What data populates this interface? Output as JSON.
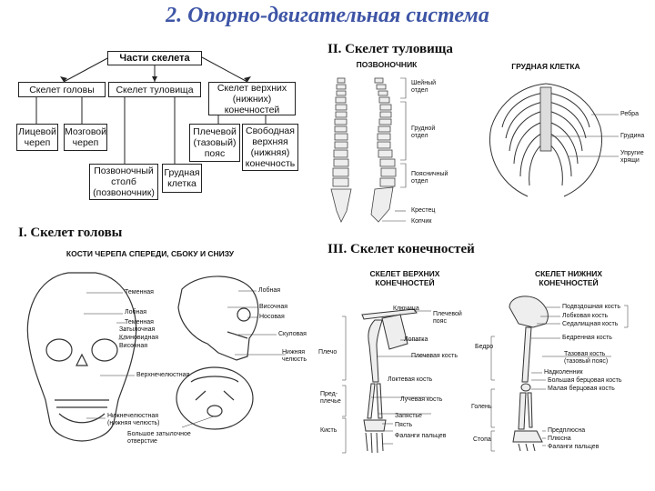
{
  "title": "2. Опорно-двигательная система",
  "tree": {
    "root": "Части скелета",
    "head": "Скелет головы",
    "trunk": "Скелет туловища",
    "limbs": "Скелет верхних\n(нижних)\nконечностей",
    "facial": "Лицевой\nчереп",
    "brain": "Мозговой\nчереп",
    "spine": "Позвоночный\nстолб\n(позвоночник)",
    "chest": "Грудная\nклетка",
    "girdle": "Плечевой\n(тазовый)\nпояс",
    "free": "Свободная\nверхняя\n(нижняя)\nконечность"
  },
  "trunk_section": {
    "heading": "II. Скелет туловища",
    "spine_title": "ПОЗВОНОЧНИК",
    "chest_title": "ГРУДНАЯ КЛЕТКА",
    "spine_labels": [
      "Шейный\nотдел",
      "Грудной\nотдел",
      "Поясничный\nотдел",
      "Крестец",
      "Копчик"
    ],
    "chest_labels": [
      "Ребра",
      "Грудина",
      "Упругие\nхрящи"
    ]
  },
  "head_section": {
    "heading": "I. Скелет головы",
    "subtitle": "КОСТИ ЧЕРЕПА СПЕРЕДИ, СБОКУ И СНИЗУ",
    "front_labels": [
      "Теменная",
      "Лобная",
      "Теменная",
      "Затылочная",
      "Клиновидная",
      "Височная",
      "Верхнечелюстная",
      "Нижнечелюстная\n(нижняя челюсть)",
      "Большое затылочное\nотверстие"
    ],
    "side_labels": [
      "Лобная",
      "Височная",
      "Носовая",
      "Скуловая",
      "Нижняя\nчелюсть"
    ]
  },
  "limbs_section": {
    "heading": "III. Скелет конечностей",
    "upper_title": "СКЕЛЕТ ВЕРХНИХ\nКОНЕЧНОСТЕЙ",
    "lower_title": "СКЕЛЕТ НИЖНИХ\nКОНЕЧНОСТЕЙ",
    "upper_labels": [
      "Ключица",
      "Плечевой\nпояс",
      "Лопатка",
      "Плечо",
      "Плечевая кость",
      "Пред-\nплечье",
      "Локтевая кость",
      "Лучевая кость",
      "Запястье",
      "Пясть",
      "Кисть",
      "Фаланги пальцев"
    ],
    "lower_labels": [
      "Подвздошная кость",
      "Лобковая кость",
      "Седалищная кость",
      "Бедро",
      "Бедренная кость",
      "Тазовая кость\n(тазовый пояс)",
      "Надколенник",
      "Большая берцовая кость",
      "Малая берцовая кость",
      "Голень",
      "Предплюсна",
      "Плюсна",
      "Стопа",
      "Фаланги пальцев"
    ]
  }
}
